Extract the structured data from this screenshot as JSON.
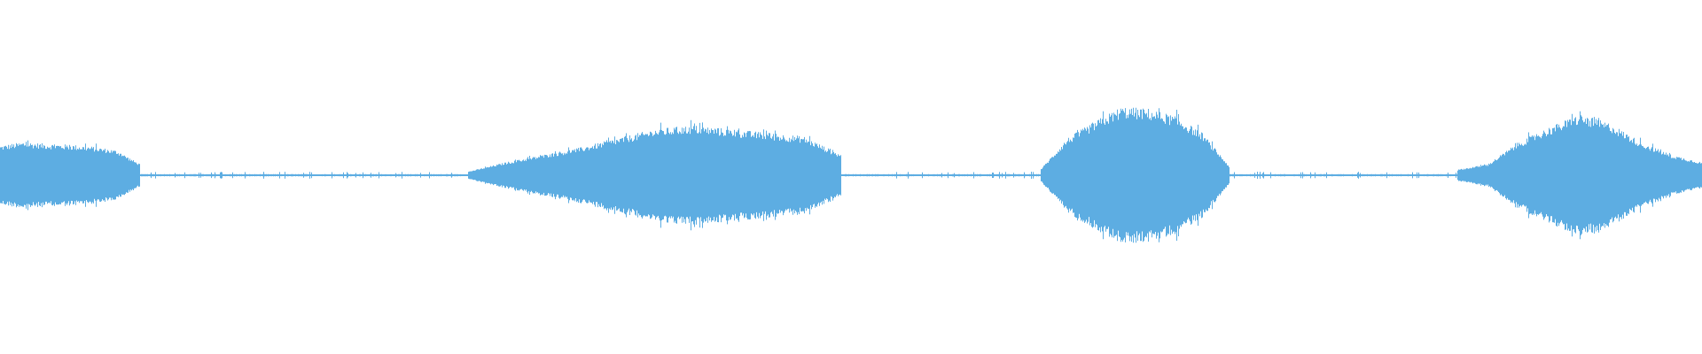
{
  "waveform": {
    "color": "#5DADE2",
    "background": "#FFFFFF",
    "baseline_amplitude": 0.012,
    "segments": [
      {
        "start": 0.0,
        "end": 0.082,
        "envelope": [
          0.32,
          0.36,
          0.34,
          0.33,
          0.31,
          0.27,
          0.12
        ]
      },
      {
        "start": 0.275,
        "end": 0.494,
        "envelope": [
          0.04,
          0.14,
          0.22,
          0.3,
          0.4,
          0.5,
          0.54,
          0.5,
          0.46,
          0.42,
          0.22
        ]
      },
      {
        "start": 0.611,
        "end": 0.722,
        "envelope": [
          0.06,
          0.4,
          0.58,
          0.74,
          0.72,
          0.64,
          0.46,
          0.1
        ]
      },
      {
        "start": 0.856,
        "end": 1.0,
        "envelope": [
          0.06,
          0.12,
          0.36,
          0.52,
          0.66,
          0.56,
          0.36,
          0.22,
          0.14
        ]
      }
    ]
  }
}
